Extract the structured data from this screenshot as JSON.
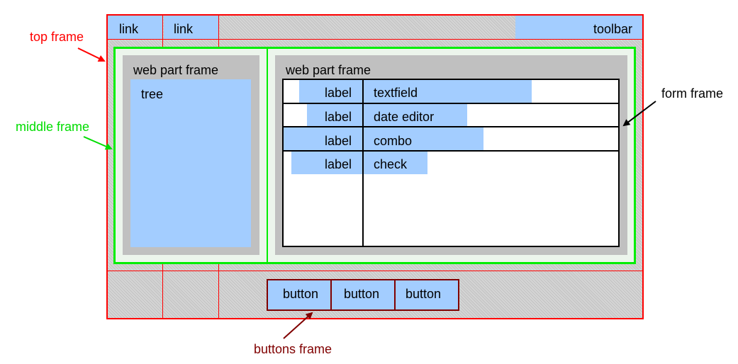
{
  "colors": {
    "top_frame": "#ff0000",
    "middle_frame": "#00dd00",
    "form_frame": "#000000",
    "buttons_frame": "#800000",
    "widget_fill": "#a3cdff",
    "web_part_fill": "#c0c0c0"
  },
  "callouts": {
    "top_frame": "top frame",
    "middle_frame": "middle frame",
    "form_frame": "form frame",
    "buttons_frame": "buttons frame"
  },
  "top_bar": {
    "links": [
      "link",
      "link"
    ],
    "toolbar": "toolbar"
  },
  "left_part": {
    "title": "web part frame",
    "tree": "tree"
  },
  "right_part": {
    "title": "web part frame",
    "rows": [
      {
        "label": "label",
        "field": "textfield"
      },
      {
        "label": "label",
        "field": "date editor"
      },
      {
        "label": "label",
        "field": "combo"
      },
      {
        "label": "label",
        "field": "check"
      }
    ]
  },
  "buttons": [
    "button",
    "button",
    "button"
  ]
}
